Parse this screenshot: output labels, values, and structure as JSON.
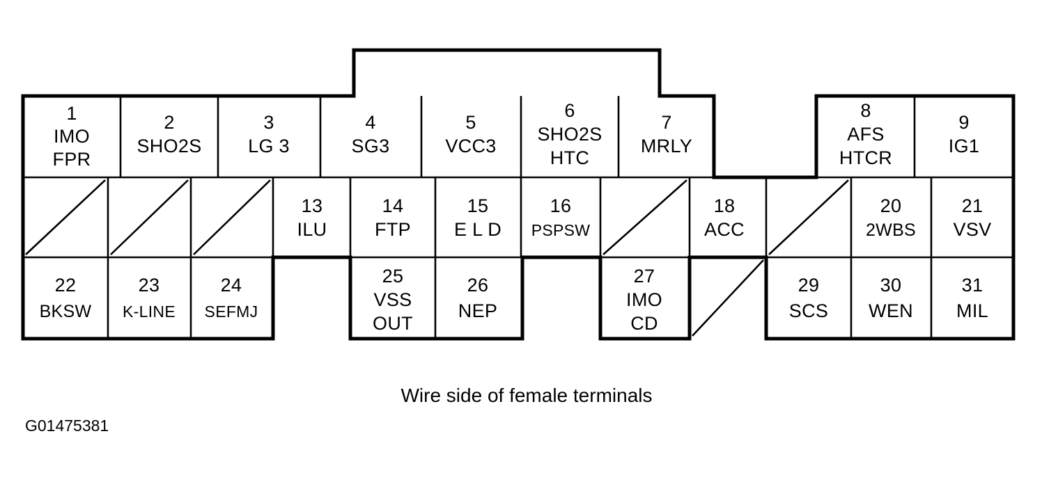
{
  "figure": {
    "id": "G01475381",
    "caption": "Wire side of female terminals",
    "type": "connector-pinout-diagram"
  },
  "colors": {
    "stroke": "#000000",
    "background": "#ffffff"
  },
  "connector": {
    "rows": 3,
    "top_row_cell_count": 9,
    "grid_columns": 10,
    "has_top_tab": true,
    "terminals": [
      {
        "pin": "1",
        "label": "IMO FPR",
        "label_lines": [
          "IMO",
          "FPR"
        ],
        "row": 1,
        "col": 1,
        "blank": false
      },
      {
        "pin": "2",
        "label": "SHO2S",
        "label_lines": [
          "SHO2S"
        ],
        "row": 1,
        "col": 2,
        "blank": false
      },
      {
        "pin": "3",
        "label": "LG 3",
        "label_lines": [
          "LG 3"
        ],
        "row": 1,
        "col": 3,
        "blank": false
      },
      {
        "pin": "4",
        "label": "SG3",
        "label_lines": [
          "SG3"
        ],
        "row": 1,
        "col": 4,
        "blank": false
      },
      {
        "pin": "5",
        "label": "VCC3",
        "label_lines": [
          "VCC3"
        ],
        "row": 1,
        "col": 5,
        "blank": false
      },
      {
        "pin": "6",
        "label": "SHO2S HTC",
        "label_lines": [
          "SHO2S",
          "HTC"
        ],
        "row": 1,
        "col": 6,
        "blank": false
      },
      {
        "pin": "7",
        "label": "MRLY",
        "label_lines": [
          "MRLY"
        ],
        "row": 1,
        "col": 7,
        "blank": false
      },
      {
        "pin": "8",
        "label": "AFS HTCR",
        "label_lines": [
          "AFS",
          "HTCR"
        ],
        "row": 1,
        "col": 8,
        "blank": false
      },
      {
        "pin": "9",
        "label": "IG1",
        "label_lines": [
          "IG1"
        ],
        "row": 1,
        "col": 9,
        "blank": false
      },
      {
        "pin": "",
        "label": "",
        "label_lines": [],
        "row": 2,
        "col": 1,
        "blank": true
      },
      {
        "pin": "",
        "label": "",
        "label_lines": [],
        "row": 2,
        "col": 2,
        "blank": true
      },
      {
        "pin": "",
        "label": "",
        "label_lines": [],
        "row": 2,
        "col": 3,
        "blank": true
      },
      {
        "pin": "13",
        "label": "ILU",
        "label_lines": [
          "ILU"
        ],
        "row": 2,
        "col": 4,
        "blank": false
      },
      {
        "pin": "14",
        "label": "FTP",
        "label_lines": [
          "FTP"
        ],
        "row": 2,
        "col": 5,
        "blank": false
      },
      {
        "pin": "15",
        "label": "E L D",
        "label_lines": [
          "E L D"
        ],
        "row": 2,
        "col": 6,
        "blank": false
      },
      {
        "pin": "16",
        "label": "PSPSW",
        "label_lines": [
          "PSPSW"
        ],
        "row": 2,
        "col": 7,
        "blank": false
      },
      {
        "pin": "",
        "label": "",
        "label_lines": [],
        "row": 2,
        "col": 8,
        "blank": true
      },
      {
        "pin": "18",
        "label": "ACC",
        "label_lines": [
          "ACC"
        ],
        "row": 2,
        "col": 9,
        "blank": false
      },
      {
        "pin": "",
        "label": "",
        "label_lines": [],
        "row": 2,
        "col": 10,
        "blank": true
      },
      {
        "pin": "20",
        "label": "2WBS",
        "label_lines": [
          "2WBS"
        ],
        "row": 2,
        "col": 11,
        "blank": false
      },
      {
        "pin": "21",
        "label": "VSV",
        "label_lines": [
          "VSV"
        ],
        "row": 2,
        "col": 12,
        "blank": false
      },
      {
        "pin": "22",
        "label": "BKSW",
        "label_lines": [
          "BKSW"
        ],
        "row": 3,
        "col": 1,
        "blank": false
      },
      {
        "pin": "23",
        "label": "K-LINE",
        "label_lines": [
          "K-LINE"
        ],
        "row": 3,
        "col": 2,
        "blank": false
      },
      {
        "pin": "24",
        "label": "SEFMJ",
        "label_lines": [
          "SEFMJ"
        ],
        "row": 3,
        "col": 3,
        "blank": false
      },
      {
        "pin": "25",
        "label": "VSS OUT",
        "label_lines": [
          "VSS",
          "OUT"
        ],
        "row": 3,
        "col": 5,
        "blank": false
      },
      {
        "pin": "26",
        "label": "NEP",
        "label_lines": [
          "NEP"
        ],
        "row": 3,
        "col": 6,
        "blank": false
      },
      {
        "pin": "27",
        "label": "IMO CD",
        "label_lines": [
          "IMO",
          "CD"
        ],
        "row": 3,
        "col": 8,
        "blank": false
      },
      {
        "pin": "",
        "label": "",
        "label_lines": [],
        "row": 3,
        "col": 9,
        "blank": true
      },
      {
        "pin": "29",
        "label": "SCS",
        "label_lines": [
          "SCS"
        ],
        "row": 3,
        "col": 10,
        "blank": false
      },
      {
        "pin": "30",
        "label": "WEN",
        "label_lines": [
          "WEN"
        ],
        "row": 3,
        "col": 11,
        "blank": false
      },
      {
        "pin": "31",
        "label": "MIL",
        "label_lines": [
          "MIL"
        ],
        "row": 3,
        "col": 12,
        "blank": false
      }
    ]
  }
}
